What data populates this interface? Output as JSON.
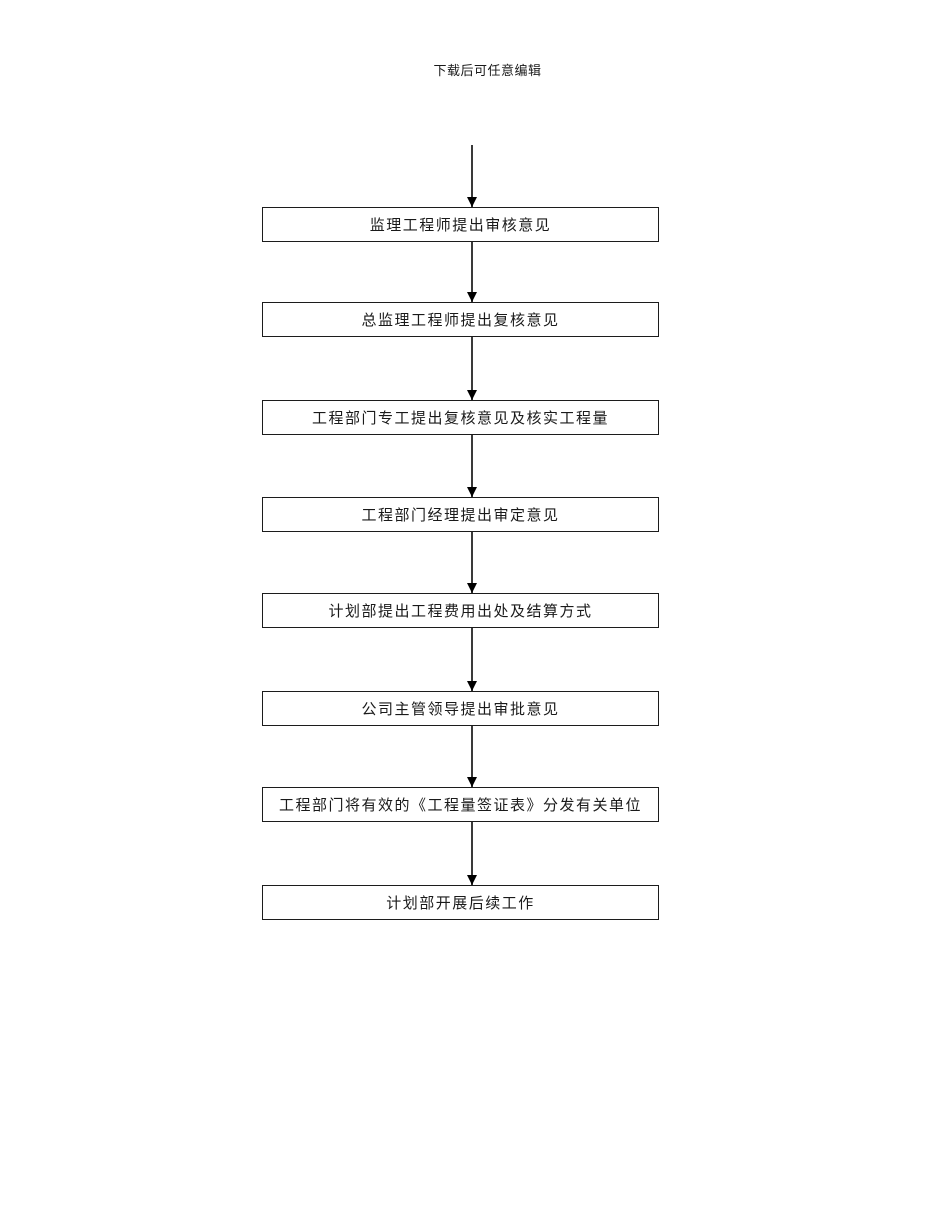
{
  "page": {
    "watermark": "下载后可任意编辑"
  },
  "flowchart": {
    "nodes": [
      {
        "label": "监理工程师提出审核意见"
      },
      {
        "label": "总监理工程师提出复核意见"
      },
      {
        "label": "工程部门专工提出复核意见及核实工程量"
      },
      {
        "label": "工程部门经理提出审定意见"
      },
      {
        "label": "计划部提出工程费用出处及结算方式"
      },
      {
        "label": "公司主管领导提出审批意见"
      },
      {
        "label": "工程部门将有效的《工程量签证表》分发有关单位"
      },
      {
        "label": "计划部开展后续工作"
      }
    ],
    "connector_color": "#000000"
  }
}
